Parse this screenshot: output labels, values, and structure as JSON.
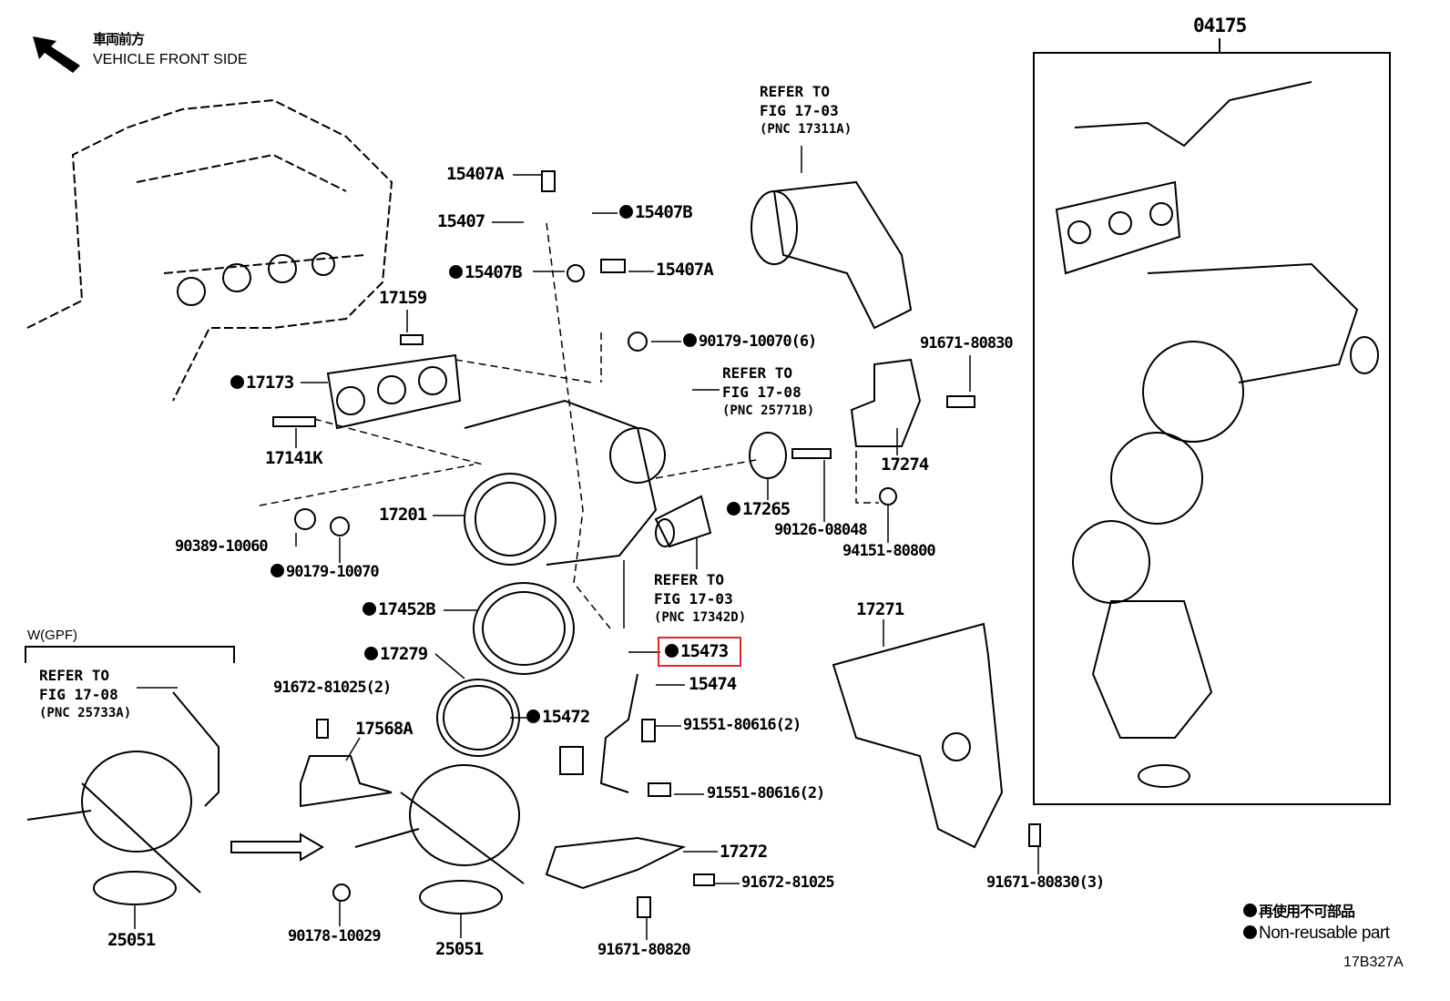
{
  "orientation": {
    "jp": "車両前方",
    "en": "VEHICLE FRONT SIDE",
    "icon": "arrow-up-left-icon"
  },
  "assembly_label": "04175",
  "refs": [
    {
      "l1": "REFER TO",
      "l2": "FIG 17-03",
      "l3": "(PNC 17311A)"
    },
    {
      "l1": "REFER TO",
      "l2": "FIG 17-08",
      "l3": "(PNC 25771B)"
    },
    {
      "l1": "REFER TO",
      "l2": "FIG 17-03",
      "l3": "(PNC 17342D)"
    },
    {
      "l1": "REFER TO",
      "l2": "FIG 17-08",
      "l3": "(PNC 25733A)"
    }
  ],
  "parts": {
    "p15407A_1": "15407A",
    "p15407": "15407",
    "p15407B_1": "15407B",
    "p15407B_2": "15407B",
    "p15407A_2": "15407A",
    "p17159": "17159",
    "p90179_6": "90179-10070(6)",
    "p91671_80830": "91671-80830",
    "p17173": "17173",
    "p17141K": "17141K",
    "p17274": "17274",
    "p17201": "17201",
    "p17265": "17265",
    "p90126": "90126-08048",
    "p94151": "94151-80800",
    "p90389": "90389-10060",
    "p90179": "90179-10070",
    "p17452B": "17452B",
    "p17271": "17271",
    "wgpf": "W(GPF)",
    "p15473": "15473",
    "p17279": "17279",
    "p15474": "15474",
    "p91672_2": "91672-81025(2)",
    "p15472": "15472",
    "p91551_a": "91551-80616(2)",
    "p17568A": "17568A",
    "p91551_b": "91551-80616(2)",
    "p17272": "17272",
    "p91672": "91672-81025",
    "p91671_3": "91671-80830(3)",
    "p25051_a": "25051",
    "p90178": "90178-10029",
    "p25051_b": "25051",
    "p91671_80820": "91671-80820"
  },
  "highlighted_part": "15473",
  "highlight_color": "#e8262b",
  "legend": {
    "jp": "再使用不可部品",
    "en": "Non-reusable part"
  },
  "figure_id": "17B327A"
}
